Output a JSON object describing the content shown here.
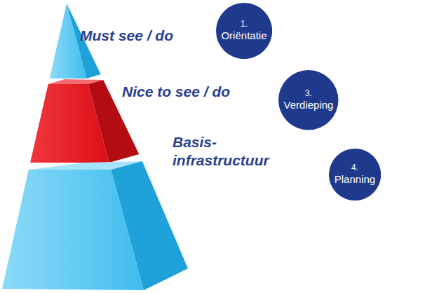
{
  "diagram": {
    "nodes": [
      {
        "text": [
          "1.",
          "Oriëntatie"
        ]
      },
      {
        "text": [
          "3.",
          "Verdieping"
        ]
      },
      {
        "text": [
          "4.",
          "Planning"
        ]
      }
    ],
    "labels": [
      "Must see / do",
      "Nice to see / do",
      "Basis- infrastructuur"
    ]
  }
}
